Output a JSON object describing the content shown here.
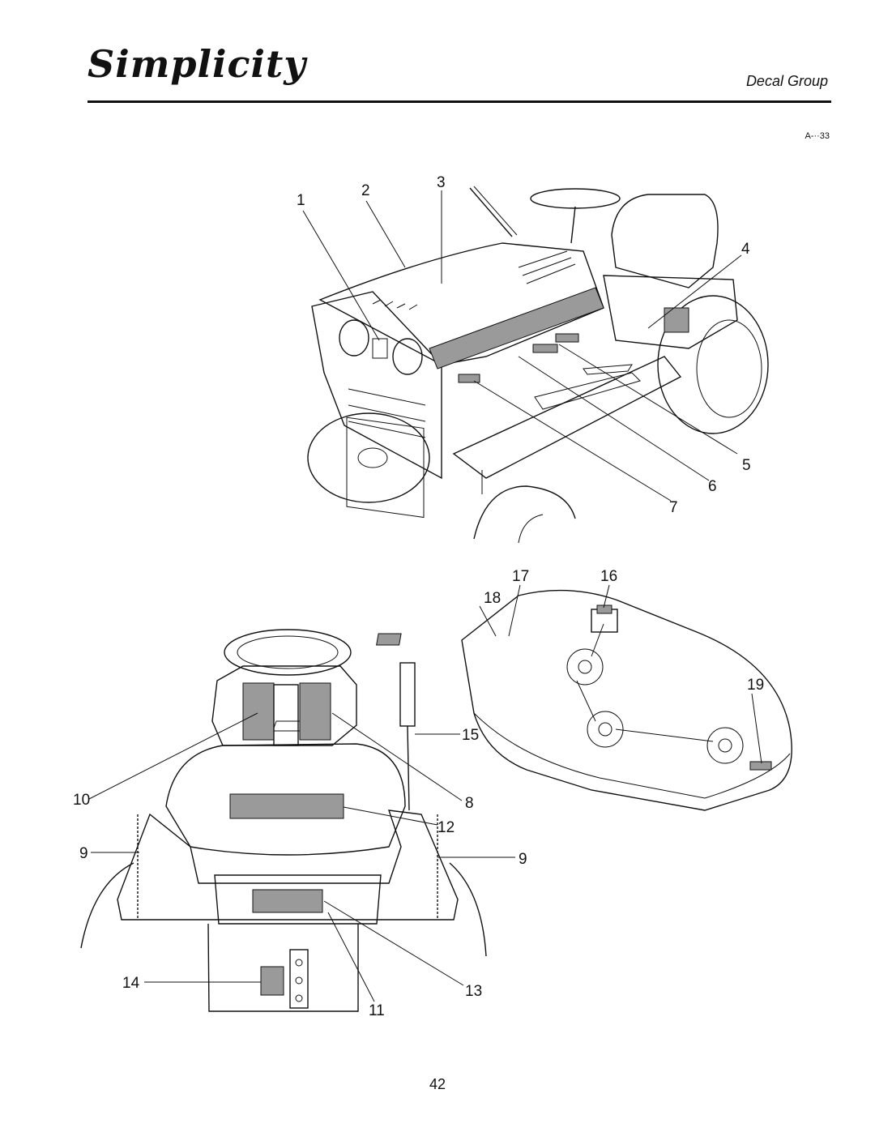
{
  "header": {
    "brand": "Simplicity",
    "section_title": "Decal Group",
    "figure_code": "A-··33"
  },
  "callouts": {
    "c1": "1",
    "c2": "2",
    "c3": "3",
    "c4": "4",
    "c5": "5",
    "c6": "6",
    "c7": "7",
    "c8": "8",
    "c9a": "9",
    "c9b": "9",
    "c10": "10",
    "c11": "11",
    "c12": "12",
    "c13": "13",
    "c14": "14",
    "c15": "15",
    "c16": "16",
    "c17": "17",
    "c18": "18",
    "c19": "19"
  },
  "footer": {
    "page_number": "42"
  }
}
